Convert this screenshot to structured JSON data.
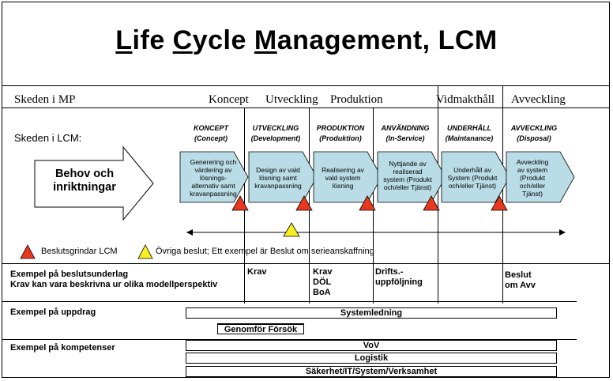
{
  "title": {
    "l": "L",
    "t1": "ife ",
    "c": "C",
    "t2": "ycle ",
    "m": "M",
    "t3": "anagement, LCM"
  },
  "mp": {
    "label": "Skeden i MP",
    "phases": [
      "Koncept",
      "Utveckling",
      "Produktion",
      "Vidmakthåll",
      "Avveckling"
    ]
  },
  "lcm": {
    "label": "Skeden i LCM:",
    "behov": [
      "Behov och",
      "inriktningar"
    ],
    "phases": [
      {
        "name": "KONCEPT",
        "sub": "(Concept)",
        "text": [
          "Generering och",
          "värdering av",
          "lösnings-",
          "alternativ samt",
          "kravanpassning"
        ]
      },
      {
        "name": "UTVECKLING",
        "sub": "(Development)",
        "text": [
          "Design av vald",
          "lösning samt",
          "kravanpassning"
        ]
      },
      {
        "name": "PRODUKTION",
        "sub": "(Produktion)",
        "text": [
          "Realisering av",
          "vald system",
          "lösning"
        ]
      },
      {
        "name": "ANVÄNDNING",
        "sub": "(In-Service)",
        "text": [
          "Nyttjande av",
          "realiserad",
          "system (Produkt",
          "och/eller Tjänst)"
        ]
      },
      {
        "name": "UNDERHÅLL",
        "sub": "(Maintanance)",
        "text": [
          "Underhåll av",
          "System (Produkt",
          "och/eller Tjänst)"
        ]
      },
      {
        "name": "AVVECKLING",
        "sub": "(Disposal)",
        "text": [
          "Avveckling",
          "av system",
          "(Produkt",
          "och/eller",
          "Tjänst)"
        ]
      }
    ]
  },
  "legend": {
    "gates": "Beslutsgrindar LCM",
    "other": "Övriga beslut; Ett exempel är Beslut om serieanskaffning"
  },
  "rows": {
    "beslut_label": [
      "Exempel på beslutsunderlag",
      "Krav kan vara beskrivna ur olika modellperspektiv"
    ],
    "beslut_cells": {
      "krav": [
        "Krav"
      ],
      "krav_dol": [
        "Krav",
        "DÖL",
        "BoA"
      ],
      "drift": [
        "Drifts.-",
        "uppföljning"
      ],
      "beslut": [
        "Beslut",
        "om Avv"
      ]
    },
    "uppdrag_label": "Exempel på uppdrag",
    "uppdrag_bars": [
      "Systemledning",
      "Genomför Försök"
    ],
    "kompetens_label": "Exempel på kompetenser",
    "kompetens_bars": [
      "VoV",
      "Logistik",
      "Säkerhet/IT/System/Verksamhet"
    ]
  },
  "colors": {
    "phase_fill": "#b9dce6",
    "gate": "#e8391e",
    "decision": "#f7ef22"
  }
}
